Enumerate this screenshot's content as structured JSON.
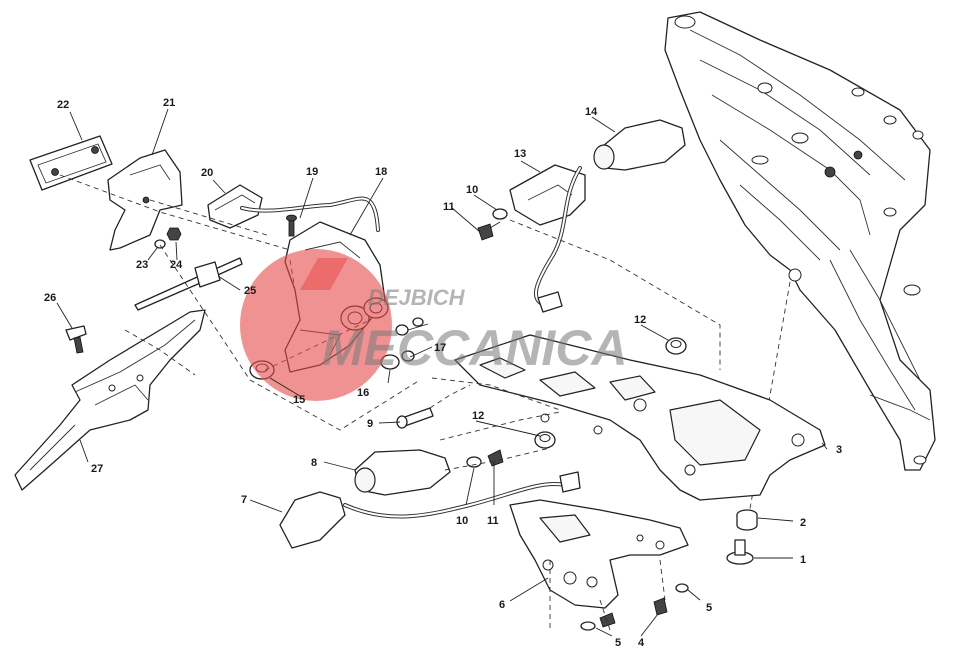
{
  "watermark": {
    "line1": "DEJBICH",
    "line2": "MECCANICA",
    "circle_color": "#e84a4a",
    "text_color": "#7a7a7a"
  },
  "callouts": {
    "c1": "1",
    "c2": "2",
    "c3": "3",
    "c4": "4",
    "c5a": "5",
    "c5b": "5",
    "c6": "6",
    "c7": "7",
    "c8": "8",
    "c9": "9",
    "c10a": "10",
    "c10b": "10",
    "c11a": "11",
    "c11b": "11",
    "c12a": "12",
    "c12b": "12",
    "c13": "13",
    "c14": "14",
    "c15": "15",
    "c16": "16",
    "c17": "17",
    "c18": "18",
    "c19": "19",
    "c20": "20",
    "c21": "21",
    "c22": "22",
    "c23": "23",
    "c24": "24",
    "c25": "25",
    "c26": "26",
    "c27": "27"
  }
}
